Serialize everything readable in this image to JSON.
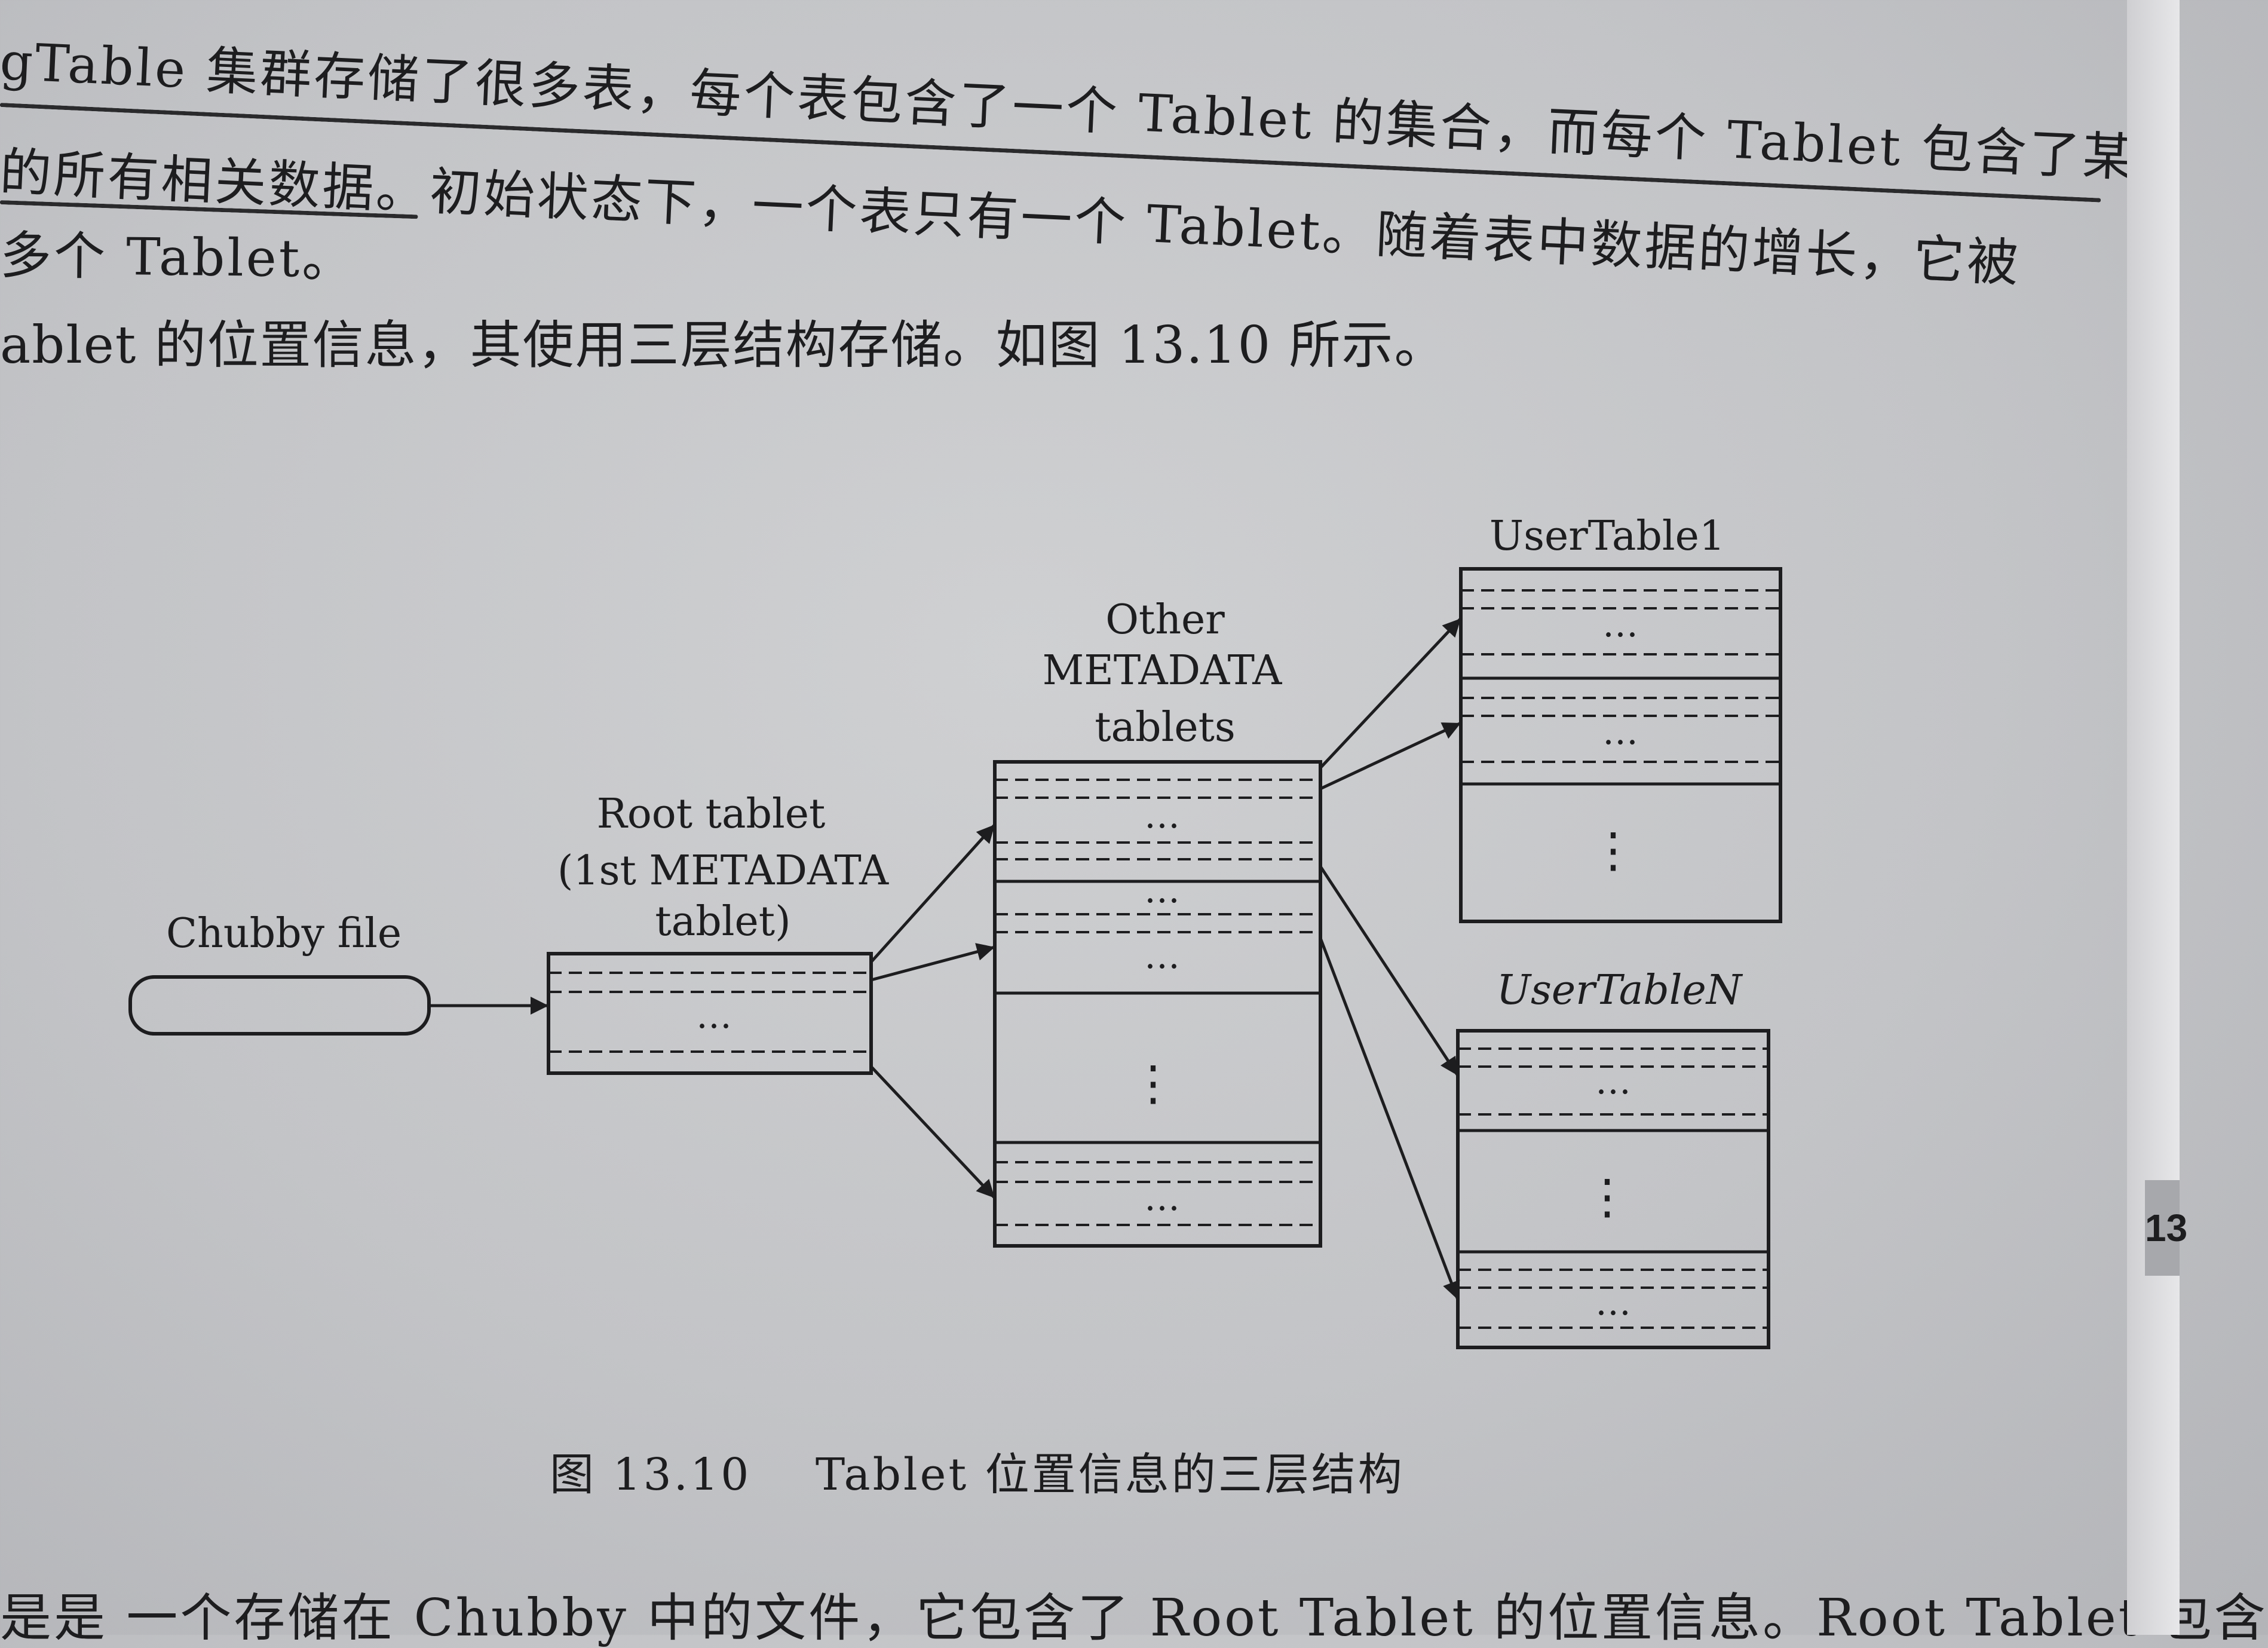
{
  "text": {
    "line1": "gTable 集群存储了很多表，每个表包含了一个 Tablet 的集合，而每个 Tablet 包含了某",
    "line2": "的所有相关数据。初始状态下，一个表只有一个 Tablet。随着表中数据的增长，它被",
    "line3": "多个 Tablet。",
    "line4": "ablet 的位置信息，其使用三层结构存储。如图 13.10 所示。",
    "line5": "是是 一个存储在 Chubby 中的文件，它包含了 Root Tablet 的位置信息。Root Tablet 包含"
  },
  "diagram": {
    "chubby_label": "Chubby file",
    "root_label_1": "Root tablet",
    "root_label_2": "(1st METADATA",
    "root_label_3": "tablet)",
    "meta_label_1": "Other",
    "meta_label_2": "METADATA",
    "meta_label_3": "tablets",
    "user1_label": "UserTable1",
    "usern_label": "UserTableN",
    "ellipsis": "…",
    "vellipsis": "⋮"
  },
  "caption": {
    "number": "图 13.10",
    "title": "Tablet 位置信息的三层结构"
  },
  "edge": {
    "page_tab": "13"
  }
}
